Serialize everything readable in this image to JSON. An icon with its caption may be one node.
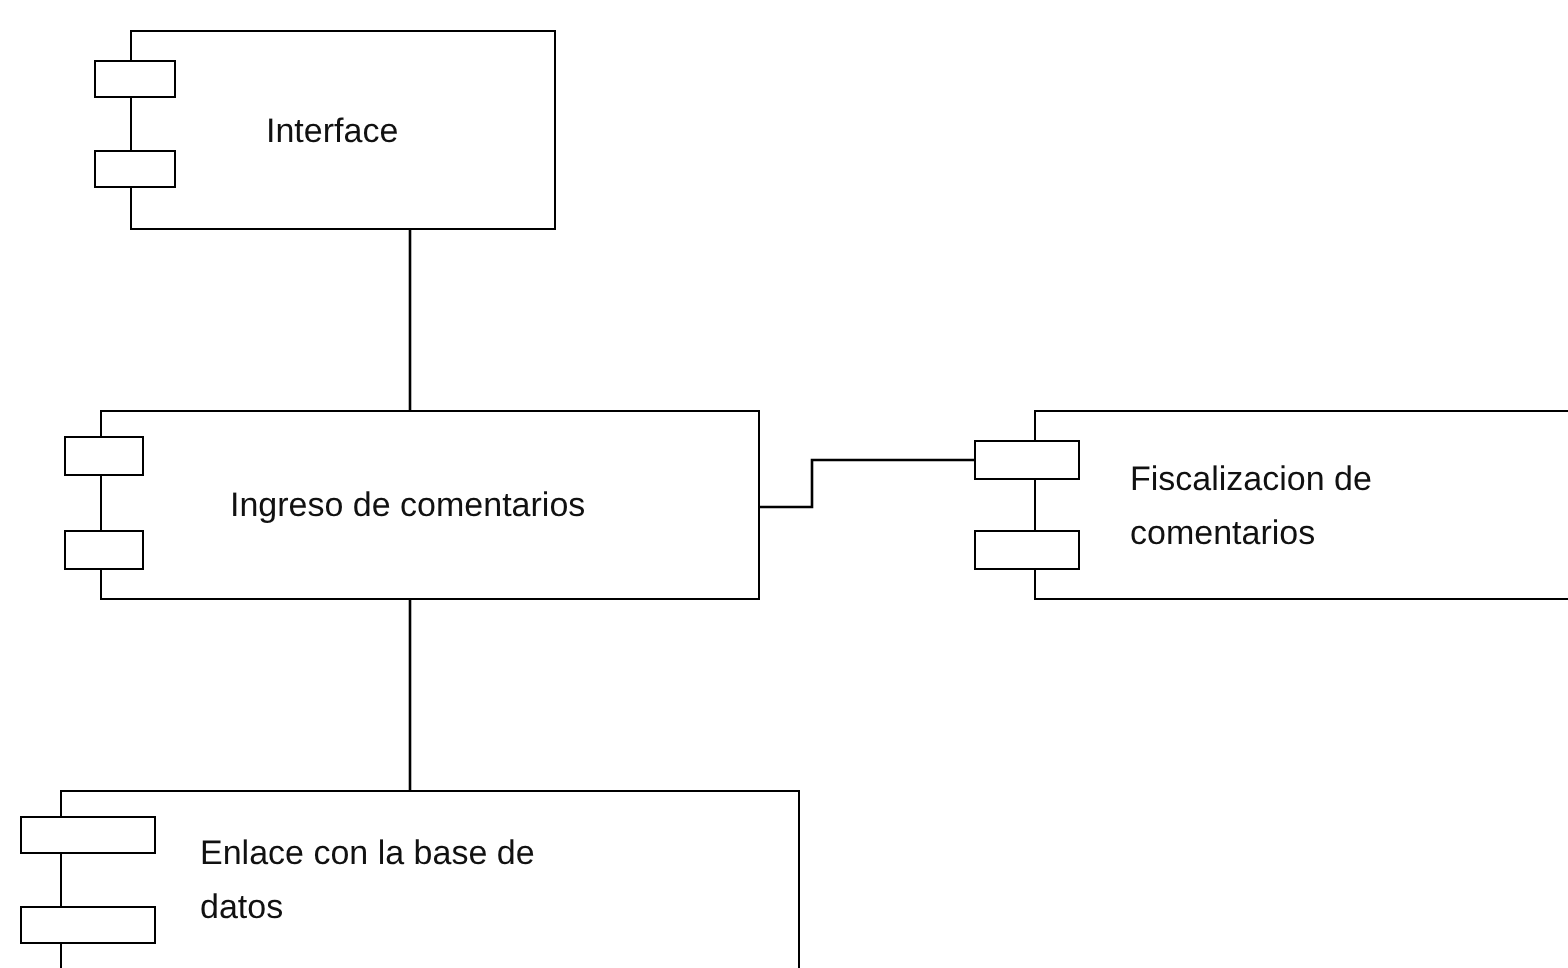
{
  "diagram": {
    "nodes": [
      {
        "text": [
          "Interface"
        ]
      },
      {
        "text": [
          "Ingreso de comentarios"
        ]
      },
      {
        "text": [
          "Fiscalizacion de comentarios"
        ]
      },
      {
        "text": [
          "Enlace con la base de datos"
        ]
      }
    ],
    "edges": [
      {
        "from": 0,
        "to": 1,
        "arrow": "none"
      },
      {
        "from": 1,
        "to": 2,
        "arrow": "none"
      },
      {
        "from": 1,
        "to": 3,
        "arrow": "none"
      }
    ]
  }
}
